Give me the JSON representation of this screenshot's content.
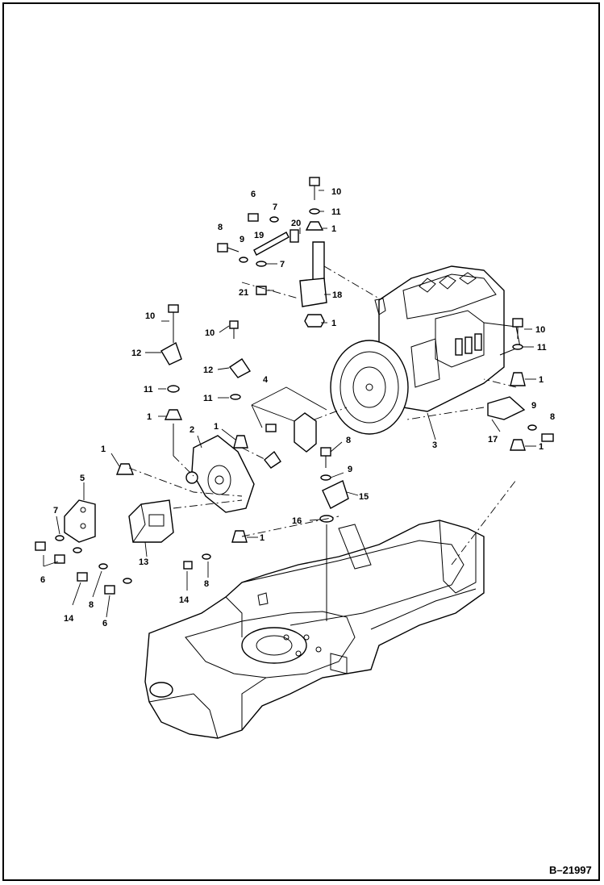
{
  "diagram": {
    "reference_code": "B–21997",
    "callouts": [
      {
        "id": "c10a",
        "text": "10"
      },
      {
        "id": "c11a",
        "text": "11"
      },
      {
        "id": "c1a",
        "text": "1"
      },
      {
        "id": "c6a",
        "text": "6"
      },
      {
        "id": "c7a",
        "text": "7"
      },
      {
        "id": "c20",
        "text": "20"
      },
      {
        "id": "c8a",
        "text": "8"
      },
      {
        "id": "c9a",
        "text": "9"
      },
      {
        "id": "c19",
        "text": "19"
      },
      {
        "id": "c7b",
        "text": "7"
      },
      {
        "id": "c21",
        "text": "21"
      },
      {
        "id": "c18",
        "text": "18"
      },
      {
        "id": "c1b",
        "text": "1"
      },
      {
        "id": "c10b",
        "text": "10"
      },
      {
        "id": "c10c",
        "text": "10"
      },
      {
        "id": "c12a",
        "text": "12"
      },
      {
        "id": "c12b",
        "text": "12"
      },
      {
        "id": "c4",
        "text": "4"
      },
      {
        "id": "c11b",
        "text": "11"
      },
      {
        "id": "c11c",
        "text": "11"
      },
      {
        "id": "c1c",
        "text": "1"
      },
      {
        "id": "c1d",
        "text": "1"
      },
      {
        "id": "c2",
        "text": "2"
      },
      {
        "id": "c1e",
        "text": "1"
      },
      {
        "id": "c10d",
        "text": "10"
      },
      {
        "id": "c11d",
        "text": "11"
      },
      {
        "id": "c1f",
        "text": "1"
      },
      {
        "id": "c9b",
        "text": "9"
      },
      {
        "id": "c8b",
        "text": "8"
      },
      {
        "id": "c17",
        "text": "17"
      },
      {
        "id": "c1g",
        "text": "1"
      },
      {
        "id": "c3",
        "text": "3"
      },
      {
        "id": "c8c",
        "text": "8"
      },
      {
        "id": "c9c",
        "text": "9"
      },
      {
        "id": "c15",
        "text": "15"
      },
      {
        "id": "c16",
        "text": "16"
      },
      {
        "id": "c5",
        "text": "5"
      },
      {
        "id": "c7c",
        "text": "7"
      },
      {
        "id": "c1h",
        "text": "1"
      },
      {
        "id": "c13",
        "text": "13"
      },
      {
        "id": "c6b",
        "text": "6"
      },
      {
        "id": "c8d",
        "text": "8"
      },
      {
        "id": "c14a",
        "text": "14"
      },
      {
        "id": "c6c",
        "text": "6"
      },
      {
        "id": "c14b",
        "text": "14"
      },
      {
        "id": "c8e",
        "text": "8"
      }
    ]
  }
}
